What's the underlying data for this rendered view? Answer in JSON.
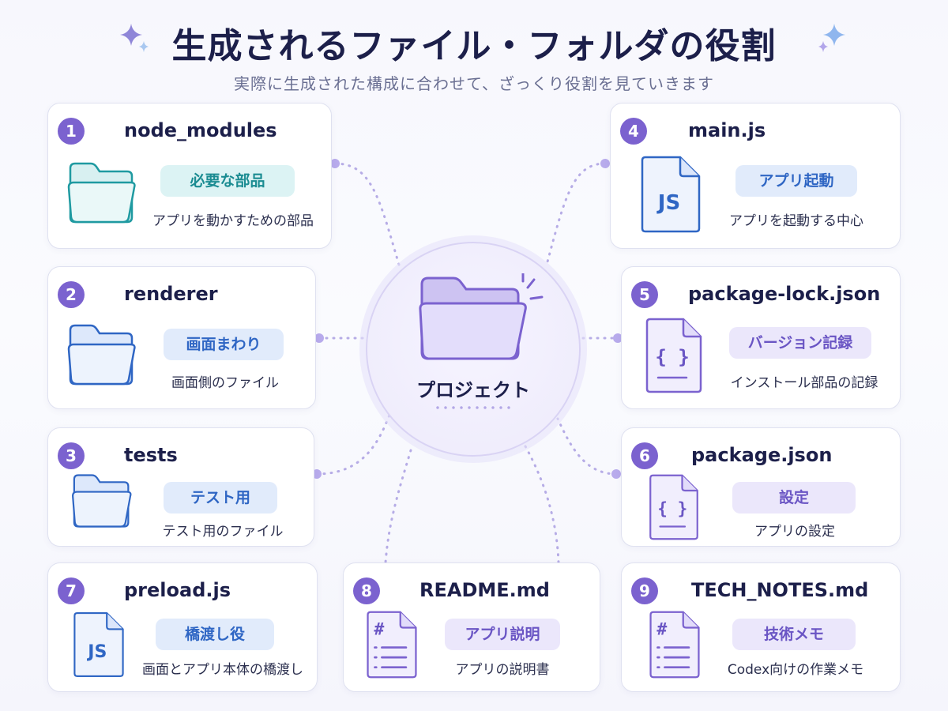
{
  "header": {
    "title": "生成されるファイル・フォルダの役割",
    "subtitle": "実際に生成された構成に合わせて、ざっくり役割を見ていきます"
  },
  "center": {
    "label": "プロジェクト",
    "icon": "folder-icon"
  },
  "colors": {
    "accent": "#7b62cf",
    "teal": "#1b8c92",
    "blue": "#2f66c4",
    "purple": "#6a55c4",
    "connector": "#b6ace6"
  },
  "items": [
    {
      "num": "1",
      "name": "node_modules",
      "tag": "必要な部品",
      "desc": "アプリを動かすための部品",
      "icon": "folder-icon",
      "tag_color": "teal"
    },
    {
      "num": "2",
      "name": "renderer",
      "tag": "画面まわり",
      "desc": "画面側のファイル",
      "icon": "folder-icon",
      "tag_color": "blue"
    },
    {
      "num": "3",
      "name": "tests",
      "tag": "テスト用",
      "desc": "テスト用のファイル",
      "icon": "folder-icon",
      "tag_color": "blue"
    },
    {
      "num": "4",
      "name": "main.js",
      "tag": "アプリ起動",
      "desc": "アプリを起動する中心",
      "icon": "js-file-icon",
      "icon_text": "JS",
      "tag_color": "blue"
    },
    {
      "num": "5",
      "name": "package-lock.json",
      "tag": "バージョン記録",
      "desc": "インストール部品の記録",
      "icon": "json-file-icon",
      "icon_text": "{ }",
      "tag_color": "purple"
    },
    {
      "num": "6",
      "name": "package.json",
      "tag": "設定",
      "desc": "アプリの設定",
      "icon": "json-file-icon",
      "icon_text": "{ }",
      "tag_color": "purple"
    },
    {
      "num": "7",
      "name": "preload.js",
      "tag": "橋渡し役",
      "desc": "画面とアプリ本体の橋渡し",
      "icon": "js-file-icon",
      "icon_text": "JS",
      "tag_color": "blue"
    },
    {
      "num": "8",
      "name": "README.md",
      "tag": "アプリ説明",
      "desc": "アプリの説明書",
      "icon": "markdown-file-icon",
      "icon_text": "#",
      "tag_color": "purple"
    },
    {
      "num": "9",
      "name": "TECH_NOTES.md",
      "tag": "技術メモ",
      "desc": "Codex向けの作業メモ",
      "icon": "markdown-file-icon",
      "icon_text": "#",
      "tag_color": "purple"
    }
  ]
}
